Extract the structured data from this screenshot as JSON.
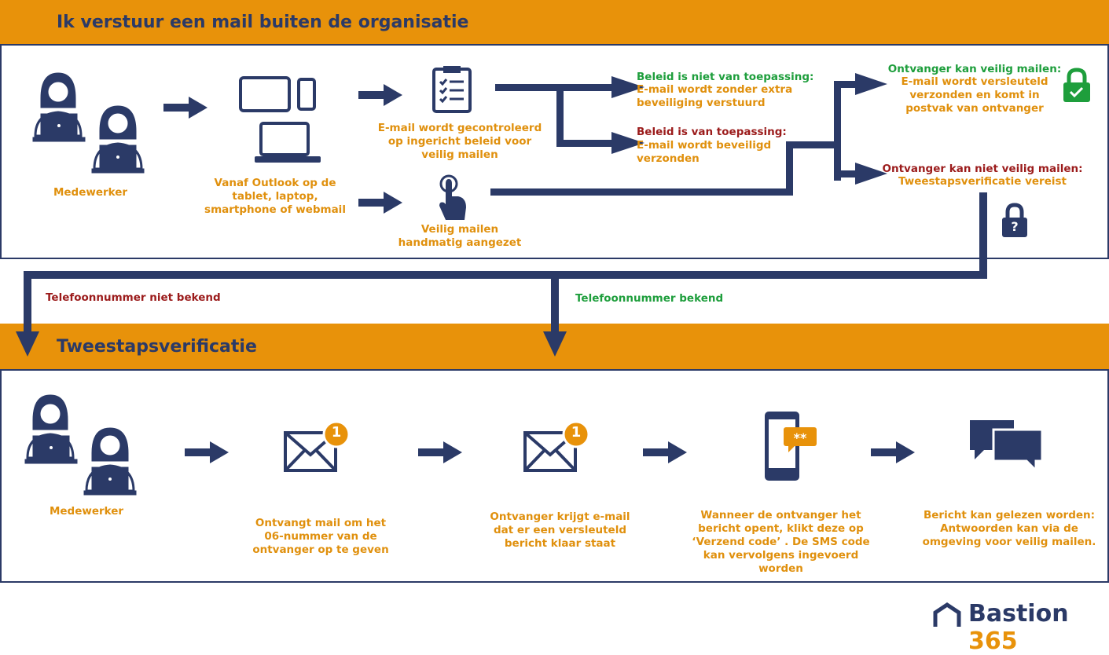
{
  "section1": {
    "title": "Ik verstuur een mail buiten de organisatie",
    "employee_label": "Medewerker",
    "devices_label": "Vanaf Outlook op de tablet, laptop, smartphone of webmail",
    "checked_label": "E-mail wordt gecontroleerd op ingericht beleid voor veilig mailen",
    "manual_label": "Veilig mailen handmatig aangezet",
    "policy_na_title": "Beleid is niet van toepassing:",
    "policy_na_text": "E-mail wordt zonder extra beveiliging verstuurd",
    "policy_a_title": "Beleid is van toepassing:",
    "policy_a_text": "E-mail wordt beveiligd verzonden",
    "can_title": "Ontvanger kan veilig mailen:",
    "can_text": "E-mail wordt versleuteld verzonden en komt in postvak van ontvanger",
    "cannot_title": "Ontvanger kan niet veilig mailen:",
    "cannot_text": "Tweestapsverificatie vereist",
    "lock_question": "?"
  },
  "connectors": {
    "phone_unknown": "Telefoonnummer niet bekend",
    "phone_known": "Telefoonnummer bekend"
  },
  "section2": {
    "title": "Tweestapsverificatie",
    "employee_label": "Medewerker",
    "step1": "Ontvangt mail om het 06-nummer van de ontvanger op te geven",
    "step2": "Ontvanger krijgt e-mail dat er een versleuteld bericht klaar staat",
    "step3": "Wanneer de ontvanger het bericht opent, klikt deze op ‘Verzend code’ . De SMS code kan vervolgens ingevoerd worden",
    "step4": "Bericht kan gelezen worden: Antwoorden kan via de omgeving voor veilig mailen.",
    "badge": "1",
    "sms_stars": "**"
  },
  "brand": {
    "name": "Bastion",
    "number": "365"
  },
  "colors": {
    "navy": "#2b3a67",
    "orange": "#e8920a",
    "green": "#1e9e3c",
    "red": "#9b1b1b"
  }
}
